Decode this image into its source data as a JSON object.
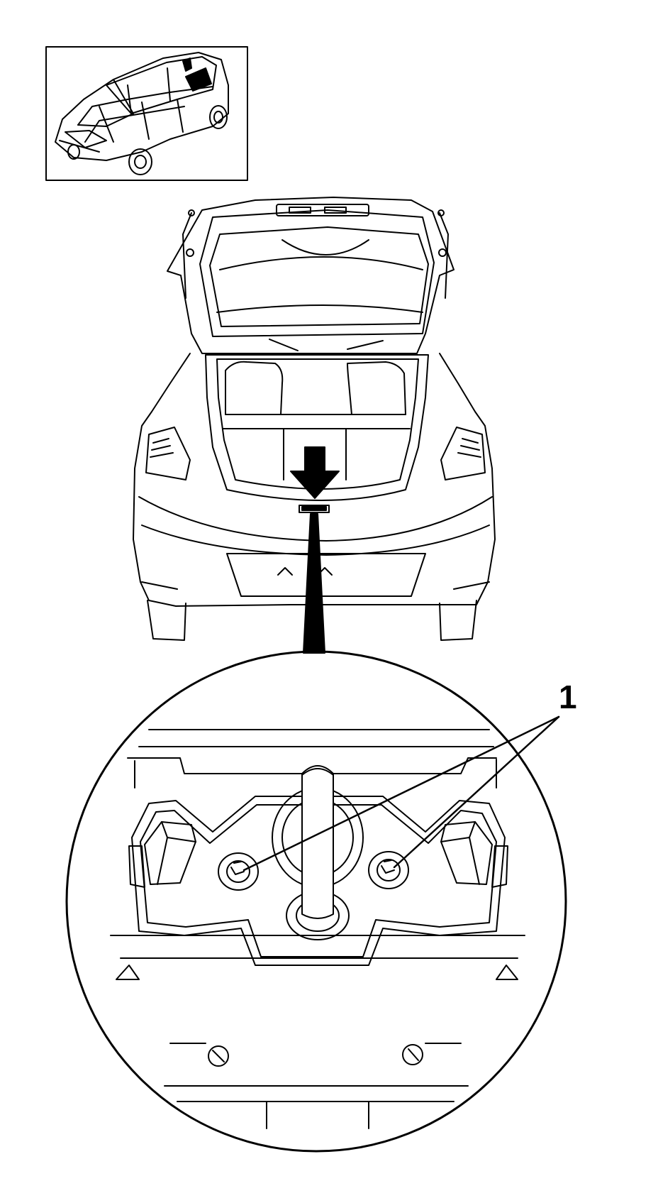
{
  "diagram": {
    "callouts": [
      {
        "label": "1",
        "targets": [
          "left-nut",
          "right-nut"
        ]
      }
    ],
    "colors": {
      "line": "#000000",
      "background": "#ffffff"
    },
    "icons": [
      "vehicle-locator-icon",
      "location-arrow-icon"
    ]
  }
}
